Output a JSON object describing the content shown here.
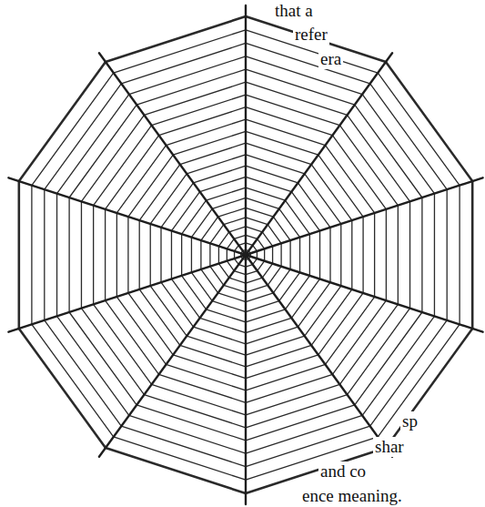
{
  "diagram": {
    "labels": [
      "that a",
      "refer",
      "era",
      "sp",
      "shar",
      "and co",
      "ence meaning."
    ]
  }
}
